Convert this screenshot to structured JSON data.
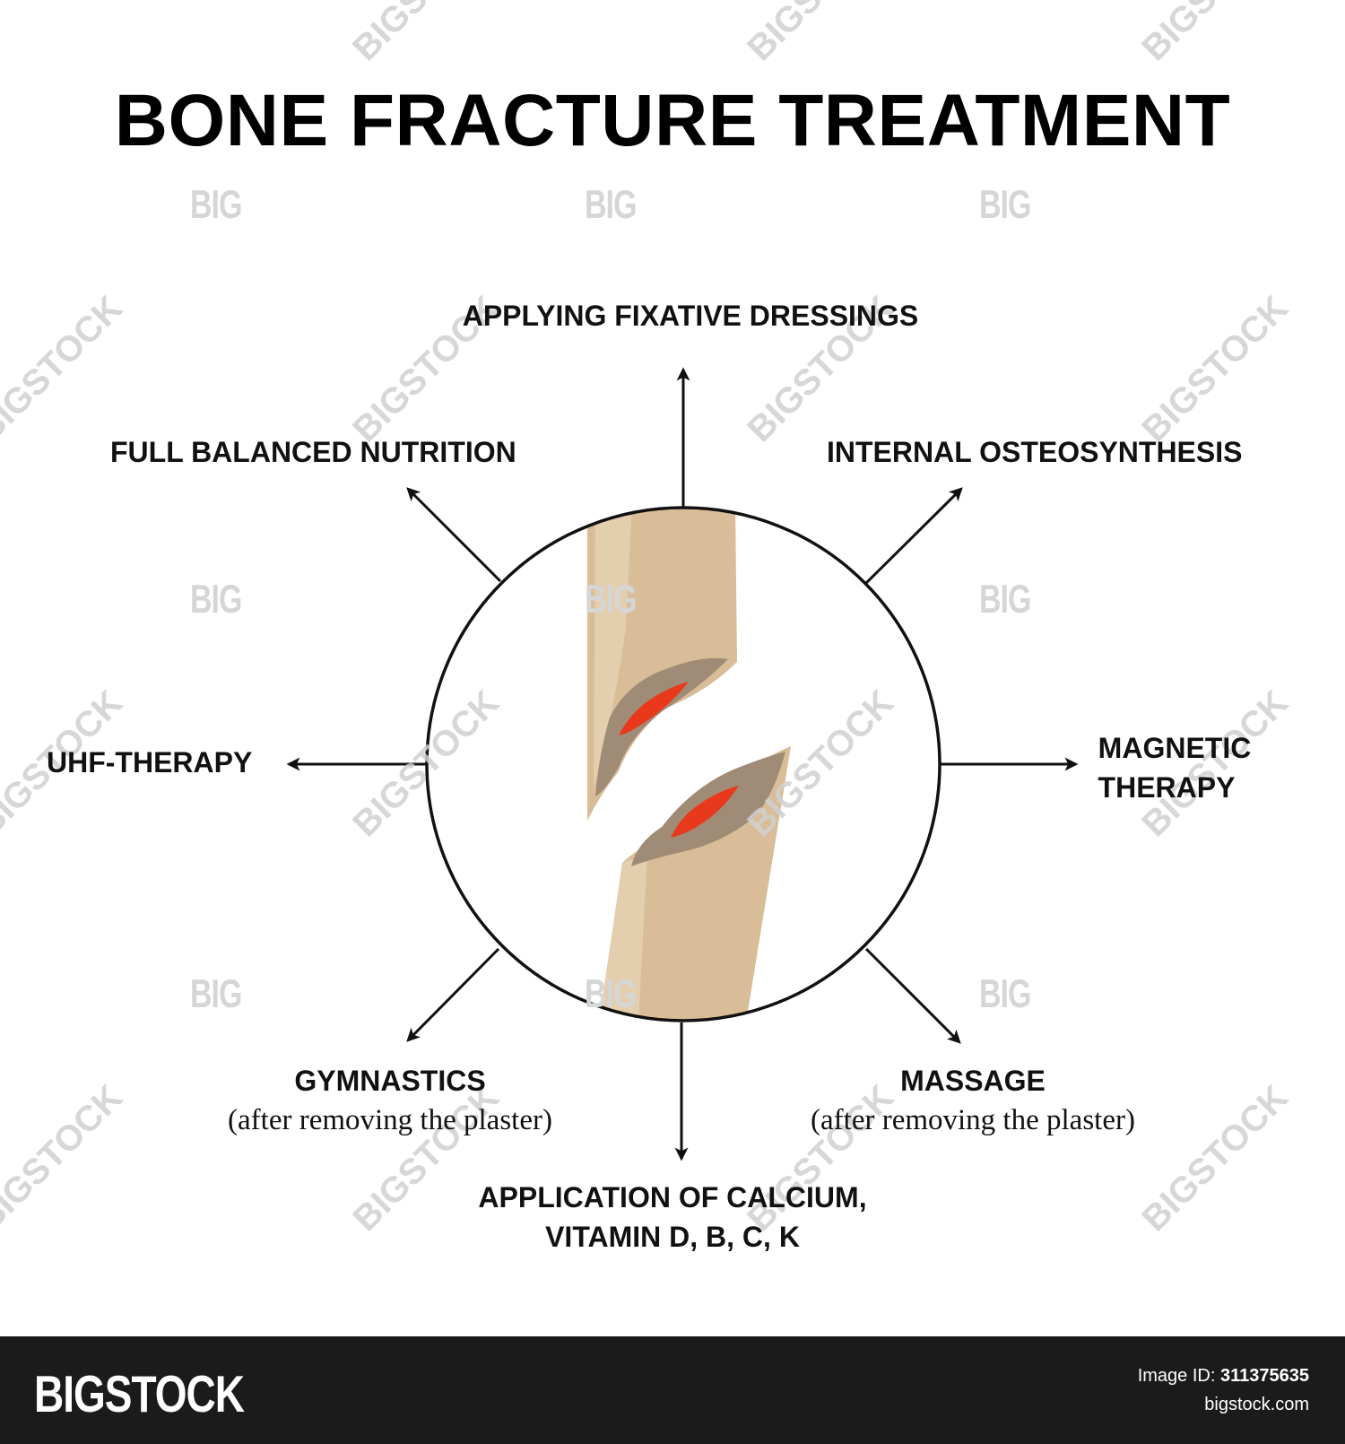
{
  "title": "BONE FRACTURE TREATMENT",
  "labels": {
    "top": "APPLYING FIXATIVE DRESSINGS",
    "top_left": "FULL BALANCED NUTRITION",
    "top_right": "INTERNAL OSTEOSYNTHESIS",
    "left": "UHF-THERAPY",
    "right_line1": "MAGNETIC",
    "right_line2": "THERAPY",
    "bottom_left_title": "GYMNASTICS",
    "bottom_left_sub": "(after removing the plaster)",
    "bottom_right_title": "MASSAGE",
    "bottom_right_sub": "(after removing the plaster)",
    "bottom_line1": "APPLICATION OF CALCIUM,",
    "bottom_line2": "VITAMIN D, B, C, K"
  },
  "colors": {
    "bone": "#d8bd98",
    "bone_highlight": "#e6d2b4",
    "bone_marrow": "#a08c76",
    "blood": "#e8391c",
    "footer_bg": "#1b1b1b"
  },
  "watermark": {
    "big": "BIG",
    "stock": "BIGSTOCK"
  },
  "footer": {
    "logo": "BIGSTOCK",
    "image_id_label": "Image ID:",
    "image_id": "311375635",
    "site": "bigstock.com"
  }
}
